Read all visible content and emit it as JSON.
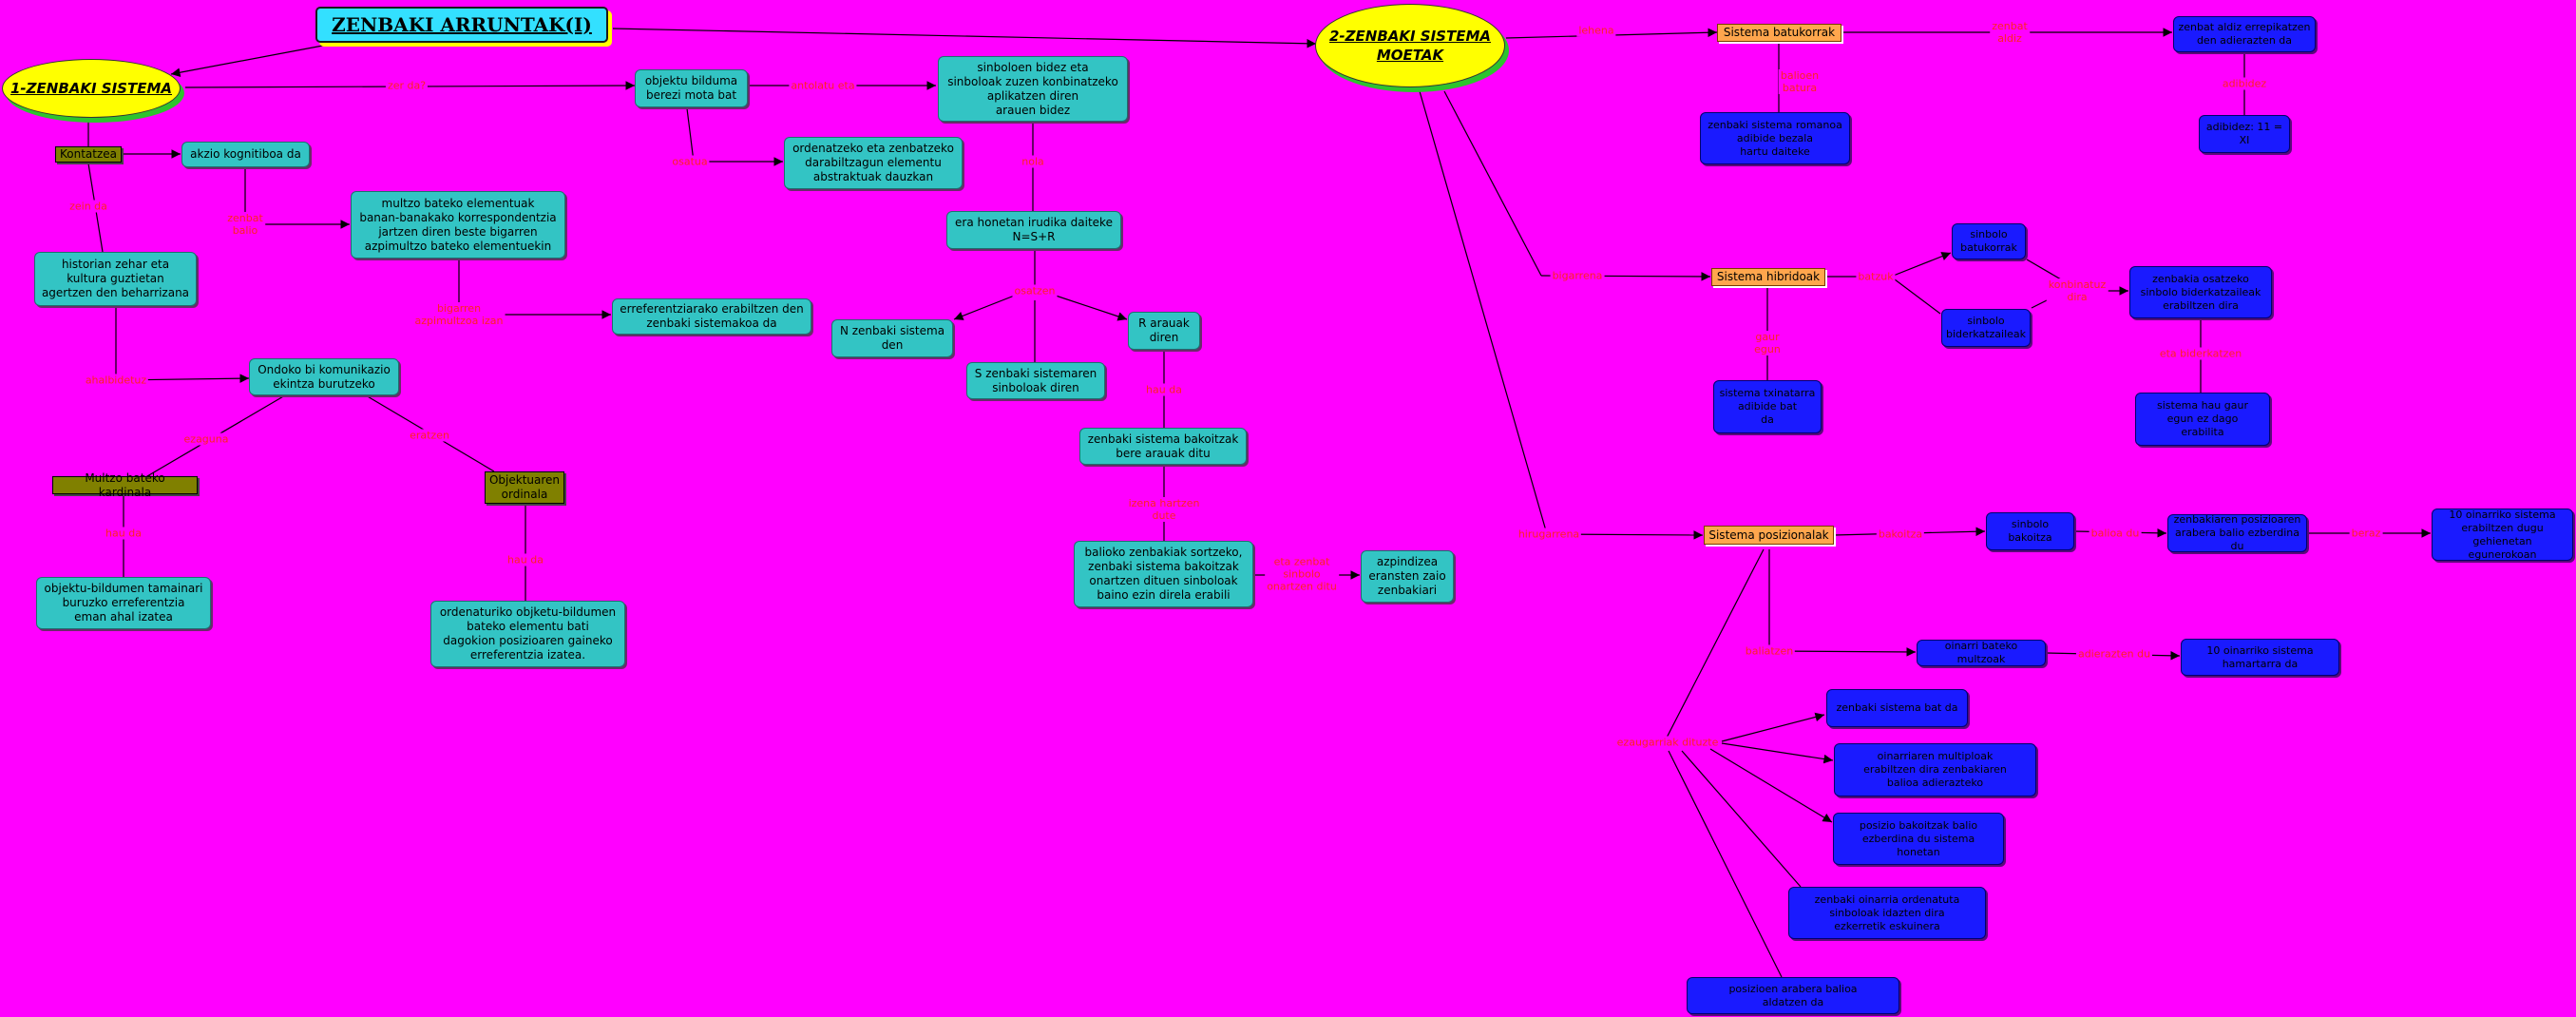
{
  "nodes": {
    "n_title": {
      "text": "ZENBAKI ARRUNTAK(I)"
    },
    "n_sys1": {
      "text": "1-ZENBAKI SISTEMA"
    },
    "n_sys2": {
      "text": "2-ZENBAKI SISTEMA\nMOETAK"
    },
    "n_kontatzea": {
      "text": "Kontatzea"
    },
    "n_akzio": {
      "text": "akzio kognitiboa da"
    },
    "n_historian": {
      "text": "historian zehar eta\nkultura guztietan\nagertzen den beharrizana"
    },
    "n_multzo_bat": {
      "text": "multzo bateko elementuak\nbanan-banakako korrespondentzia\njartzen diren beste bigarren\nazpimultzo bateko elementuekin"
    },
    "n_erreferentzi": {
      "text": "erreferentziarako erabiltzen den\nzenbaki sistemakoa da"
    },
    "n_ondoko": {
      "text": "Ondoko bi komunikazio\nekintza burutzeko"
    },
    "n_kardinala": {
      "text": "Multzo bateko kardinala"
    },
    "n_ordinala": {
      "text": "Objektuaren\nordinala"
    },
    "n_tamainari": {
      "text": "objektu-bildumen tamainari\nburuzko erreferentzia\neman ahal izatea"
    },
    "n_ordenatuko": {
      "text": "ordenaturiko objketu-bildumen\nbateko elementu bati\ndagokion posizioaren gaineko\nerreferentzia izatea."
    },
    "n_objektu": {
      "text": "objektu bilduma\nberezi mota bat"
    },
    "n_sinboloen": {
      "text": "sinboloen bidez eta\nsinboloak zuzen konbinatzeko\naplikatzen diren\narauen bidez"
    },
    "n_ordenatzeko": {
      "text": "ordenatzeko eta zenbatzeko\ndarabiltzagun elementu\nabstraktuak dauzkan"
    },
    "n_erahonetan": {
      "text": "era honetan irudika daiteke\nN=S+R"
    },
    "n_N": {
      "text": "N zenbaki sistema\nden"
    },
    "n_S": {
      "text": "S zenbaki sistemaren\nsinboloak diren"
    },
    "n_R": {
      "text": "R arauak\ndiren"
    },
    "n_zenbakisist": {
      "text": "zenbaki sistema bakoitzak\nbere arauak ditu"
    },
    "n_balioko": {
      "text": "balioko zenbakiak sortzeko,\nzenbaki sistema bakoitzak\nonartzen dituen sinboloak\nbaino ezin direla erabili"
    },
    "n_azpindizea": {
      "text": "azpindizea\neransten zaio\nzenbakiari"
    },
    "n_batukorrak": {
      "text": "Sistema batukorrak"
    },
    "n_bat1": {
      "text": "zenbat aldiz errepikatzen\nden adierazten da"
    },
    "n_bat2": {
      "text": "adibidez: 11 = XI"
    },
    "n_bat3": {
      "text": "zenbaki sistema romanoa\nadibide bezala\nhartu daiteke"
    },
    "n_hibridoak": {
      "text": "Sistema hibridoak"
    },
    "n_hib1": {
      "text": "sinbolo\nbatukorrak"
    },
    "n_hib2": {
      "text": "sinbolo\nbiderkatzaileak"
    },
    "n_hib3": {
      "text": "zenbakia osatzeko\nsinbolo biderkatzaileak\nerabiltzen dira"
    },
    "n_hib4": {
      "text": "sistema txinatarra\nadibide bat\nda"
    },
    "n_hib5": {
      "text": "sistema hau gaur\negun ez dago\nerabilita"
    },
    "n_posizionalak": {
      "text": "Sistema posizionalak"
    },
    "n_pos1": {
      "text": "sinbolo\nbakoitza"
    },
    "n_pos2": {
      "text": "zenbakiaren posizioaren\narabera balio ezberdina du"
    },
    "n_pos3": {
      "text": "10 oinarriko sistema\nerabiltzen dugu gehienetan\negunerokoan"
    },
    "n_pos4": {
      "text": "oinarri bateko multzoak"
    },
    "n_pos5": {
      "text": "10 oinarriko sistema\nhamartarra da"
    },
    "n_pos6": {
      "text": "zenbaki sistema bat da"
    },
    "n_pos7": {
      "text": "oinarriaren multiploak\nerabiltzen dira zenbakiaren\nbalioa adierazteko"
    },
    "n_pos8": {
      "text": "posizio bakoitzak balio\nezberdina du sistema\nhonetan"
    },
    "n_pos9": {
      "text": "zenbaki oinarria ordenatuta\nsinboloak idazten dira\nezkerretik eskuinera"
    },
    "n_pos10": {
      "text": "posizioen arabera balioa\naldatzen da"
    }
  },
  "edges": {
    "e_nola": "zer da?",
    "e_kontatzea_akzio": "",
    "e_zein_da": "zein da",
    "e_zenbat": "zenbat\nbalio",
    "e_bigarren": "bigarren\nazpimultzoa izan",
    "e_ahalbidetu": "ahalbidetuz",
    "e_ezaguna": "ezaguna",
    "e_eratzen": "eratzen",
    "e_hau_da1": "hau da",
    "e_hau_da2": "hau da",
    "e_antolatu": "antolatu eta",
    "e_osatua": "osatua",
    "e_nola2": "nola",
    "e_osatzen": "osatzen",
    "e_hau_da3": "hau da",
    "e_izena": "izena hartzen\ndute",
    "e_eta_zenbat": "eta zenbat\nsinbolo\nonartzen ditu",
    "e_lehena": "lehena",
    "e_zenbat_aldiz": "zenbat\naldiz",
    "e_adibidez": "adibidez",
    "e_balioen": "balioen\nbatura",
    "e_bigarrena": "bigarrena",
    "e_batzuk": "batzuk",
    "e_konbinatu": "konbinatuz\ndira",
    "e_gaur": "gaur\negun",
    "e_eta_biderkatu": "eta biderkatzen",
    "e_hirugarrena": "hirugarrena",
    "e_bakoitza": "bakoitza",
    "e_balioa": "balioa du",
    "e_beraz": "beraz",
    "e_baliatzen": "baliatzen",
    "e_adierazten": "adierazten du",
    "e_ezaugarriak": "ezaugarriak dituzte"
  }
}
